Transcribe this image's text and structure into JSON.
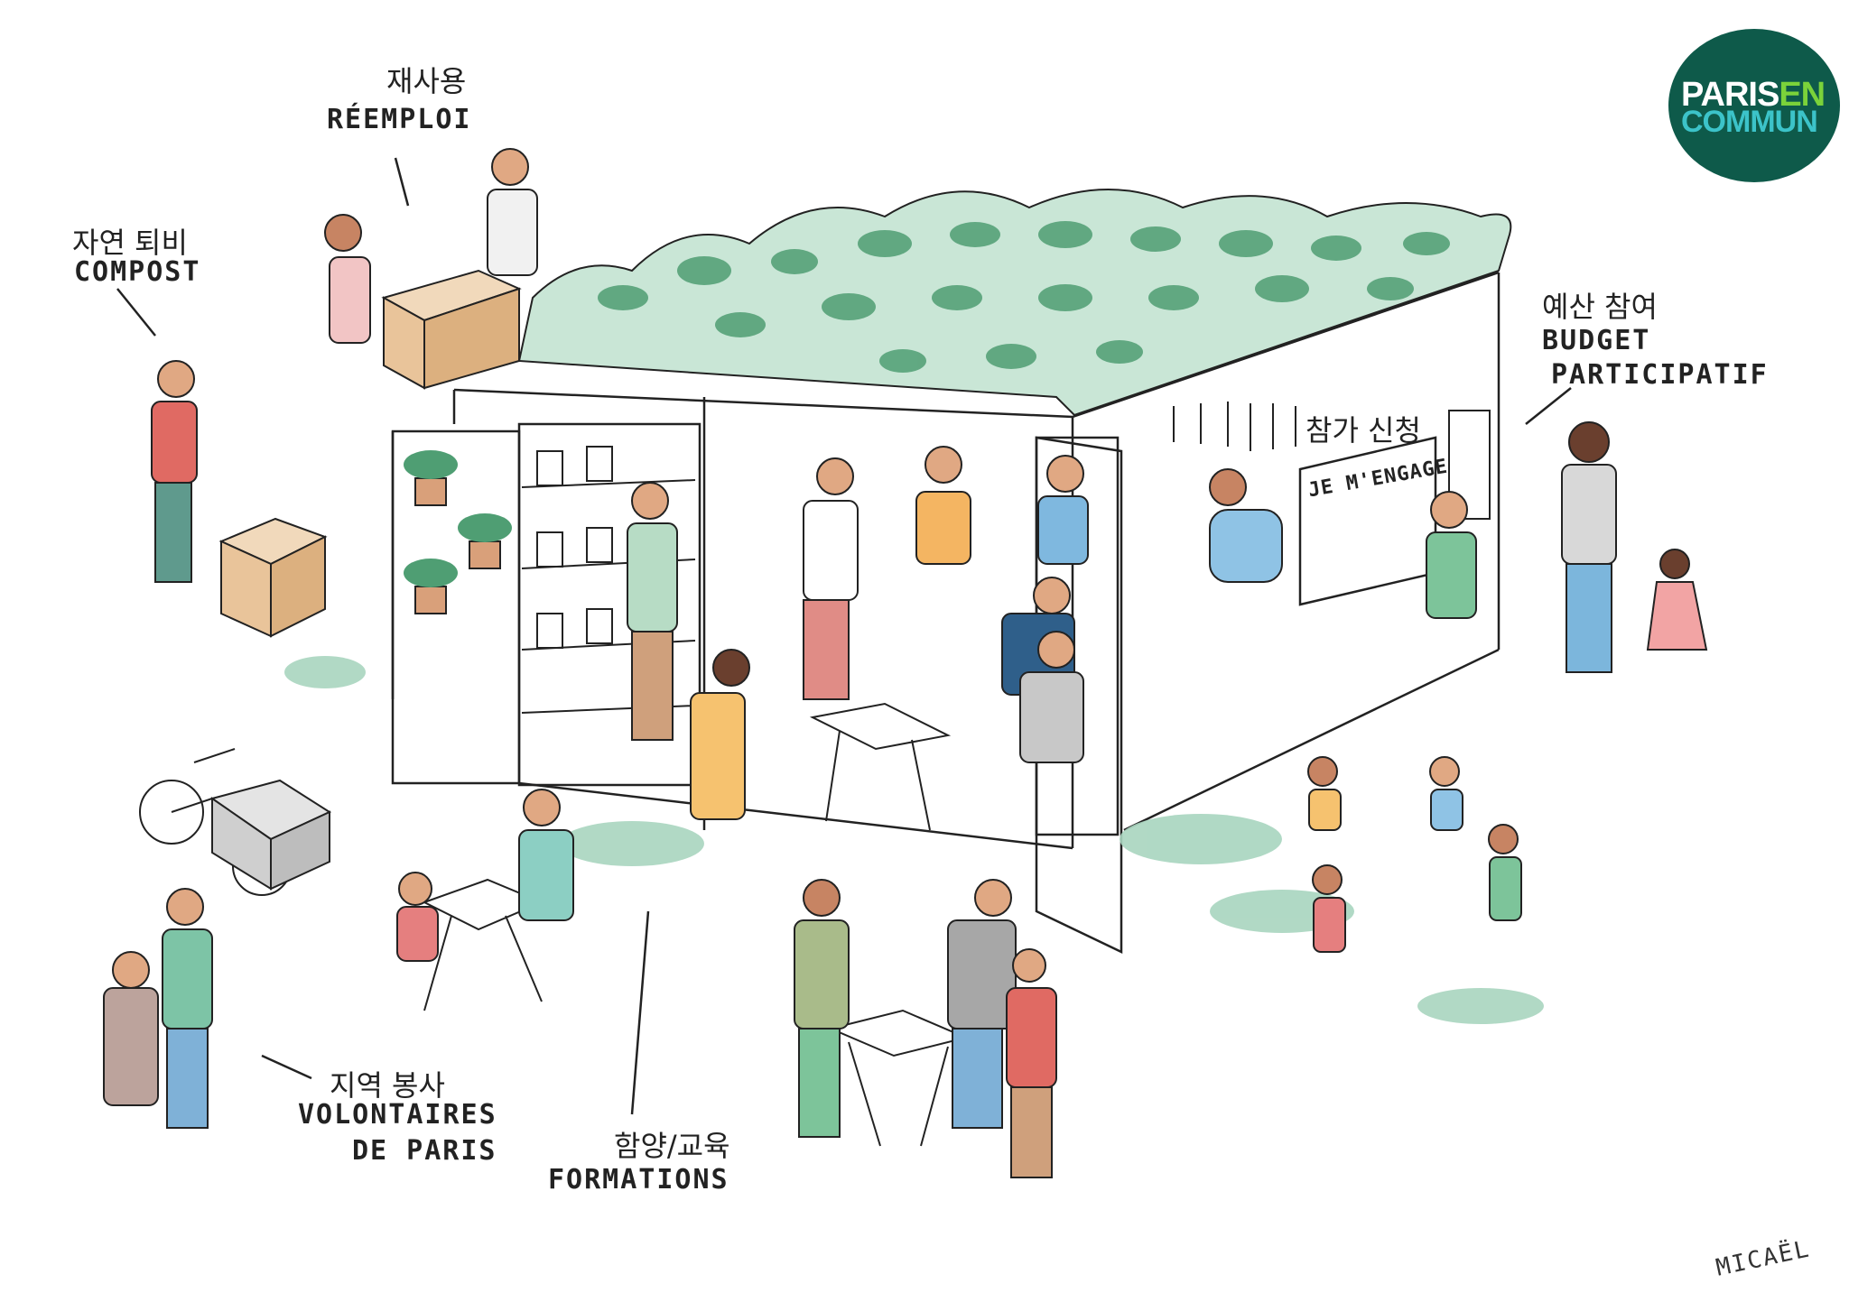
{
  "labels": {
    "reuse_ko": "재사용",
    "reuse_fr": "RÉEMPLOI",
    "compost_ko": "자연 퇴비",
    "compost_fr": "COMPOST",
    "budget_ko": "예산 참여",
    "budget_fr_line1": "BUDGET",
    "budget_fr_line2": "PARTICIPATIF",
    "signup_ko": "참가 신청",
    "board": "JE M'ENGAGE",
    "volunteer_ko": "지역 봉사",
    "volunteer_fr_line1": "VOLONTAIRES",
    "volunteer_fr_line2": "DE PARIS",
    "training_ko": "함양/교육",
    "training_fr": "FORMATIONS"
  },
  "logo": {
    "line1_a": "PARIS",
    "line1_b": "EN",
    "line2": "COMMUN"
  },
  "signature": "MICAËL",
  "colors": {
    "logo_bg": "#0e5a4a",
    "logo_paris": "#ffffff",
    "logo_en": "#7bd23a",
    "logo_commun": "#3cc3c9",
    "plant_green": "#4f9e73",
    "soft_green": "#a8d5bf",
    "wood": "#e9c49a",
    "line": "#222222"
  }
}
